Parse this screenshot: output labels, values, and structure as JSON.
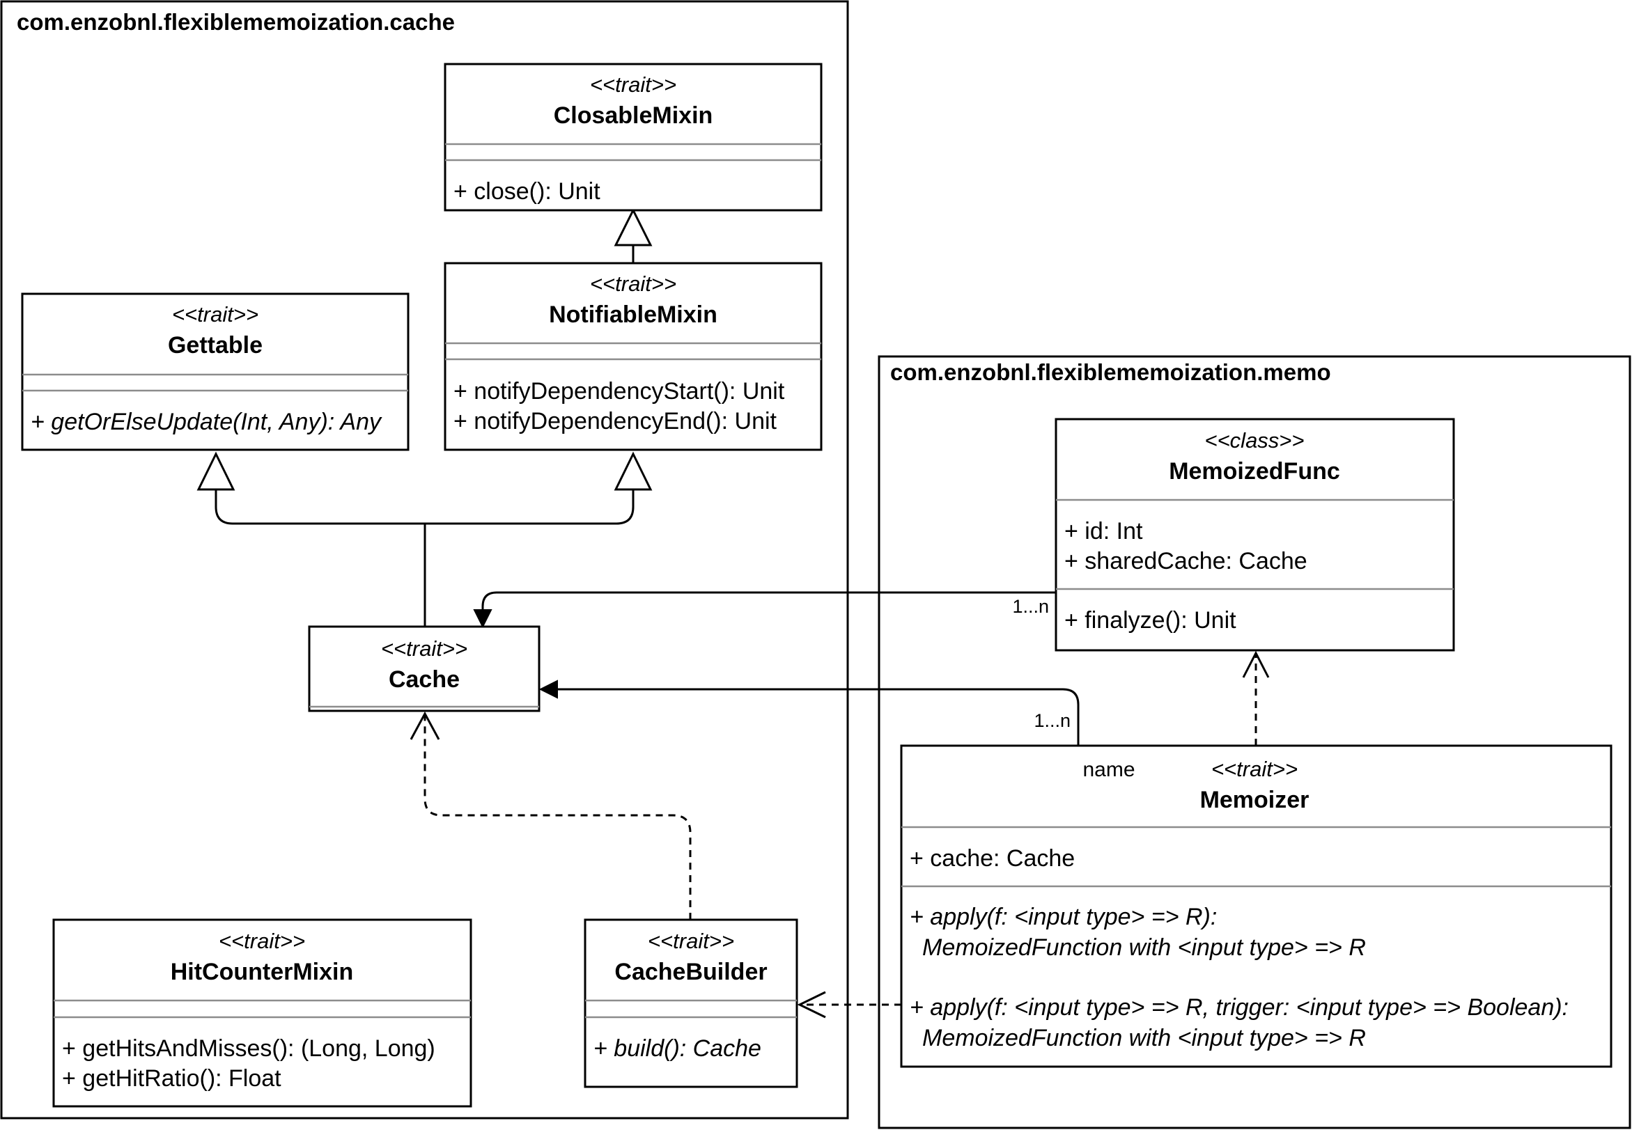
{
  "packages": {
    "cache": {
      "title": "com.enzobnl.flexiblememoization.cache"
    },
    "memo": {
      "title": "com.enzobnl.flexiblememoization.memo"
    }
  },
  "classes": {
    "closable": {
      "stereotype": "<<trait>>",
      "name": "ClosableMixin",
      "attributes": [],
      "methods": [
        "+ close(): Unit"
      ]
    },
    "notifiable": {
      "stereotype": "<<trait>>",
      "name": "NotifiableMixin",
      "attributes": [],
      "methods": [
        "+ notifyDependencyStart(): Unit",
        "+ notifyDependencyEnd(): Unit"
      ]
    },
    "gettable": {
      "stereotype": "<<trait>>",
      "name": "Gettable",
      "attributes": [],
      "methods": [
        "+ getOrElseUpdate(Int, Any): Any"
      ]
    },
    "cache": {
      "stereotype": "<<trait>>",
      "name": "Cache"
    },
    "hitcounter": {
      "stereotype": "<<trait>>",
      "name": "HitCounterMixin",
      "attributes": [],
      "methods": [
        "+ getHitsAndMisses(): (Long, Long)",
        "+ getHitRatio(): Float"
      ]
    },
    "cachebuilder": {
      "stereotype": "<<trait>>",
      "name": "CacheBuilder",
      "attributes": [],
      "methods": [
        "+ build(): Cache"
      ]
    },
    "memoizedfunc": {
      "stereotype": "<<class>>",
      "name": "MemoizedFunc",
      "attributes": [
        "+ id: Int",
        "+ sharedCache: Cache"
      ],
      "methods": [
        "+ finalyze(): Unit"
      ]
    },
    "memoizer": {
      "stereotype": "<<trait>>",
      "name": "Memoizer",
      "extra_label": "name",
      "attributes": [
        "+ cache: Cache"
      ],
      "methods": [
        "+ apply(f: <input type> => R):",
        "MemoizedFunction with <input type> => R",
        "+ apply(f: <input type> => R, trigger: <input type> => Boolean):",
        "MemoizedFunction with <input type> => R"
      ]
    }
  },
  "associations": {
    "memoizedfunc_cache": {
      "multiplicity": "1...n"
    },
    "memoizer_cache": {
      "multiplicity": "1...n"
    }
  }
}
